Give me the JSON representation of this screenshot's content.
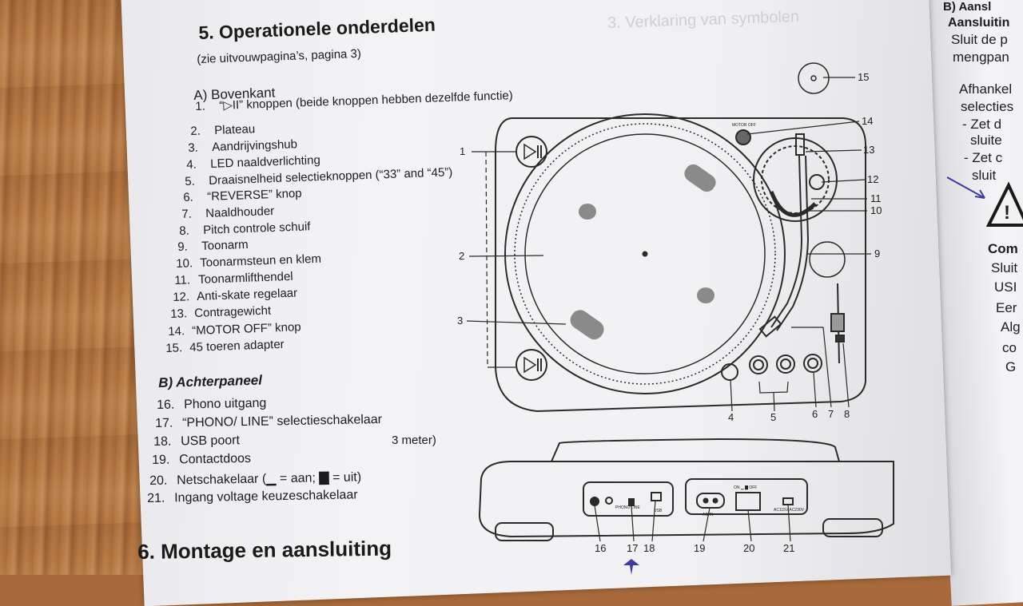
{
  "section5": {
    "title": "5. Operationele onderdelen",
    "subtitle": "(zie uitvouwpagina’s, pagina 3)",
    "top_heading": "A) Bovenkant",
    "top_items": [
      {
        "num": "1.",
        "text": "“▷II” knoppen (beide knoppen hebben dezelfde functie)"
      },
      {
        "num": "2.",
        "text": "Plateau"
      },
      {
        "num": "3.",
        "text": "Aandrijvingshub"
      },
      {
        "num": "4.",
        "text": "LED naaldverlichting"
      },
      {
        "num": "5.",
        "text": "Draaisnelheid selectieknoppen (“33” and “45”)"
      },
      {
        "num": "6.",
        "text": "“REVERSE” knop"
      },
      {
        "num": "7.",
        "text": "Naaldhouder"
      },
      {
        "num": "8.",
        "text": "Pitch controle schuif"
      },
      {
        "num": "9.",
        "text": "Toonarm"
      },
      {
        "num": "10.",
        "text": "Toonarmsteun en klem"
      },
      {
        "num": "11.",
        "text": "Toonarmlifthendel"
      },
      {
        "num": "12.",
        "text": "Anti-skate regelaar"
      },
      {
        "num": "13.",
        "text": "Contragewicht"
      },
      {
        "num": "14.",
        "text": "“MOTOR OFF” knop"
      },
      {
        "num": "15.",
        "text": "45 toeren adapter"
      }
    ],
    "back_heading": "B) Achterpaneel",
    "back_items": [
      {
        "num": "16.",
        "text": "Phono uitgang"
      },
      {
        "num": "17.",
        "text": "“PHONO/ LINE” selectieschakelaar"
      },
      {
        "num": "18.",
        "text": "USB poort"
      },
      {
        "num": "19.",
        "text": "Contactdoos"
      },
      {
        "num": "20.",
        "text": "Netschakelaar (▁ = aan; ▇ = uit)"
      },
      {
        "num": "21.",
        "text": "Ingang voltage keuzeschakelaar"
      }
    ],
    "usb_note": "3 meter)"
  },
  "section6": {
    "title": "6. Montage en aansluiting"
  },
  "bleed_heading": "3. Verklaring van symbolen",
  "right_page": {
    "lines": [
      "B) Aansl",
      "Aansluitin",
      "Sluit de p",
      "mengpan",
      "Afhankel",
      "selecties",
      "- Zet d",
      "sluite",
      "- Zet c",
      "sluit",
      "Com",
      "Sluit",
      "USI",
      "Eer",
      "Alg",
      "co",
      "G"
    ]
  },
  "diagram": {
    "top_callouts": [
      "1",
      "2",
      "3",
      "4",
      "5",
      "6",
      "7",
      "8",
      "9",
      "10",
      "11",
      "12",
      "13",
      "14",
      "15"
    ],
    "motor_off_label": "MOTOR OFF",
    "back_callouts": [
      "16",
      "17",
      "18",
      "19",
      "20",
      "21"
    ],
    "back_labels": {
      "phono_line": "PHONO  LINE",
      "usb": "USB",
      "ac_in": "AC IN~",
      "on_off": "ON ▁  ▇ OFF",
      "voltage": "AC115V  AC230V"
    }
  },
  "colors": {
    "paper": "#f1f1f3",
    "ink": "#1c1c1e",
    "wood": "#b0743f",
    "arrow": "#3a3aa0"
  }
}
